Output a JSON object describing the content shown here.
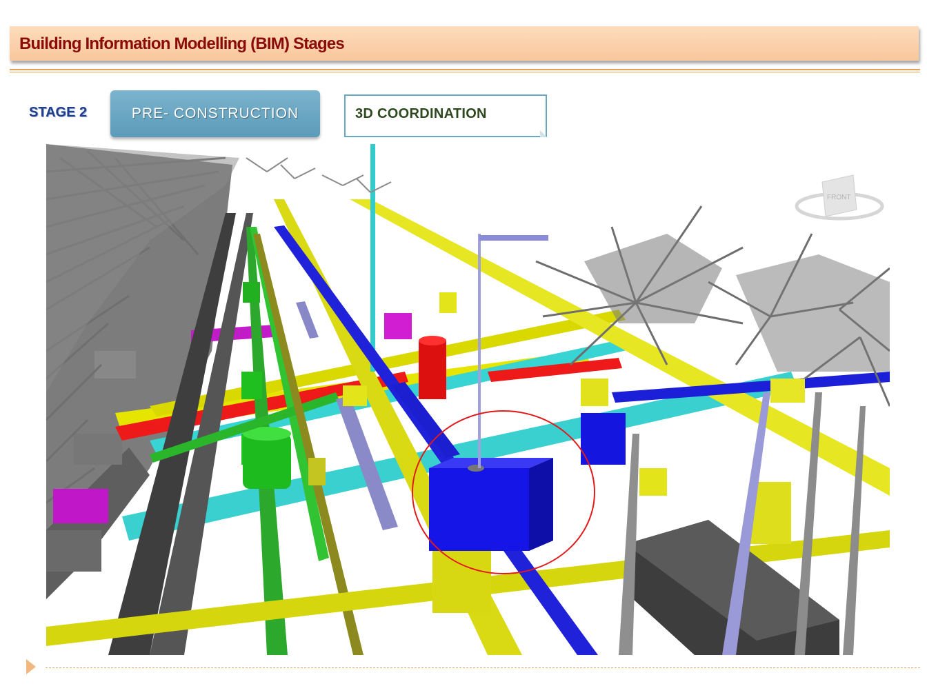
{
  "header": {
    "title": "Building Information Modelling (BIM) Stages"
  },
  "stage": {
    "label": "STAGE 2",
    "phase": "PRE- CONSTRUCTION",
    "activity": "3D COORDINATION"
  },
  "viewcube": {
    "label": "FRONT"
  }
}
